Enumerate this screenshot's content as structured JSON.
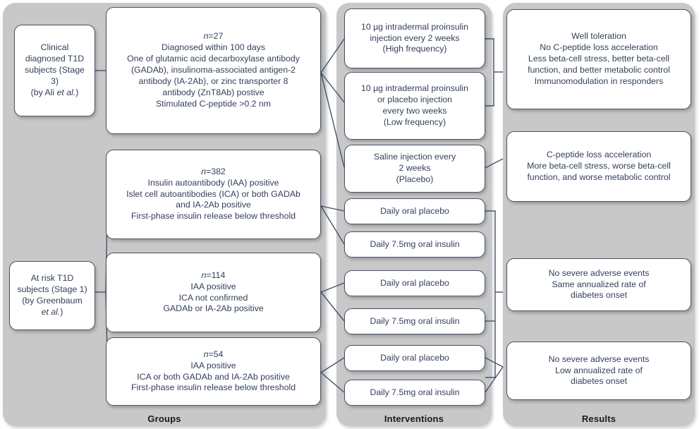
{
  "figure": {
    "type": "flow-diagram",
    "title": "",
    "background_color": "#ffffff",
    "panel_color": "#c8c8c8",
    "node_border_color": "#45536b",
    "node_text_color": "#33405a",
    "connector_color": "#45536b"
  },
  "panels": [
    {
      "key": "groups",
      "label": "Groups"
    },
    {
      "key": "interventions",
      "label": "Interventions"
    },
    {
      "key": "results",
      "label": "Results"
    }
  ],
  "groups": {
    "cohorts": [
      {
        "id": "cohort-clinical-t1d",
        "text": "Clinical\ndiagnosed T1D\nsubjects (Stage 3)\n(by Ali et al.)"
      },
      {
        "id": "cohort-at-risk-t1d",
        "text": "At risk T1D\nsubjects (Stage 1)\n(by Greenbaum\net al.)"
      }
    ],
    "groups": [
      {
        "id": "group-n27",
        "n": "n=27",
        "text": "n=27\nDiagnosed within 100 days\nOne of glutamic acid decarboxylase antibody\n(GADAb), insulinoma-associated antigen-2\nantibody (IA-2Ab), or zinc transporter 8\nantibody (ZnT8Ab) postive\nStimulated C-peptide >0.2 nm"
      },
      {
        "id": "group-n382",
        "n": "n=382",
        "text": "n=382\nInsulin autoantibody (IAA) positive\nIslet cell autoantibodies (ICA) or both GADAb\nand IA-2Ab positive\nFirst-phase insulin release below threshold"
      },
      {
        "id": "group-n114",
        "n": "n=114",
        "text": "n=114\nIAA positive\nICA not confirmed\nGADAb or IA-2Ab  positive"
      },
      {
        "id": "group-n54",
        "n": "n=54",
        "text": "n=54\nIAA positive\nICA or both GADAb and IA-2Ab positive\nFirst-phase insulin release below threshold"
      }
    ]
  },
  "interventions": {
    "items": [
      {
        "id": "intervention-high-frequency",
        "text": "10 µg intradermal proinsulin\ninjection every 2 weeks\n(High frequency)"
      },
      {
        "id": "intervention-low-frequency",
        "text": "10 µg intradermal proinsulin\nor placebo injection\nevery two weeks\n(Low frequency)"
      },
      {
        "id": "intervention-saline-placebo",
        "text": "Saline injection every\n2 weeks\n(Placebo)"
      },
      {
        "id": "intervention-oral-placebo-1",
        "text": "Daily oral placebo"
      },
      {
        "id": "intervention-oral-insulin-1",
        "text": "Daily 7.5mg oral insulin"
      },
      {
        "id": "intervention-oral-placebo-2",
        "text": "Daily oral placebo"
      },
      {
        "id": "intervention-oral-insulin-2",
        "text": "Daily 7.5mg oral insulin"
      },
      {
        "id": "intervention-oral-placebo-3",
        "text": "Daily oral placebo"
      },
      {
        "id": "intervention-oral-insulin-3",
        "text": "Daily 7.5mg oral insulin"
      }
    ]
  },
  "results": {
    "items": [
      {
        "id": "result-well-toleration",
        "text": "Well toleration\nNo C-peptide loss acceleration\nLess beta-cell stress, better beta-cell\nfunction, and better metabolic control\nImmunomodulation in responders"
      },
      {
        "id": "result-c-peptide-loss",
        "text": "C-peptide loss acceleration\nMore beta-cell stress, worse beta-cell\nfunction, and worse metabolic control"
      },
      {
        "id": "result-same-annualized-rate",
        "text": "No severe adverse events\nSame annualized rate of\ndiabetes onset"
      },
      {
        "id": "result-low-annualized-rate",
        "text": "No severe adverse events\nLow annualized rate of\ndiabetes onset"
      }
    ]
  }
}
